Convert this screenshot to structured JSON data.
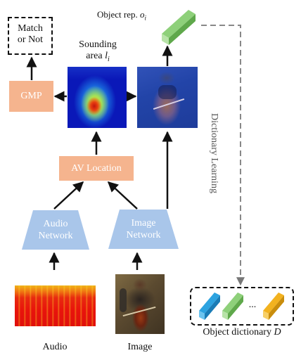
{
  "diagram": {
    "match_box": {
      "line1": "Match",
      "line2": "or Not"
    },
    "sounding_area": {
      "line1": "Sounding",
      "line2_prefix": "area ",
      "symbol": "l",
      "subscript": "i"
    },
    "object_rep": {
      "prefix": "Object rep. ",
      "symbol": "o",
      "subscript": "i"
    },
    "gmp_label": "GMP",
    "av_location_label": "AV Location",
    "audio_network": {
      "line1": "Audio",
      "line2": "Network"
    },
    "image_network": {
      "line1": "Image",
      "line2": "Network"
    },
    "dictionary_learning_label": "Dictionary Learning",
    "object_dictionary": {
      "prefix": "Object dictionary ",
      "symbol": "D",
      "ellipsis": "..."
    },
    "input_labels": {
      "audio": "Audio",
      "image": "Image"
    },
    "colors": {
      "block_orange": "#f5b48e",
      "network_blue": "#a9c6ea",
      "green_bar": "#8ed07a",
      "blue_bar": "#2da3e0",
      "yellow_bar": "#f2b21f",
      "heatmap_bg": "#0a18b8"
    }
  }
}
